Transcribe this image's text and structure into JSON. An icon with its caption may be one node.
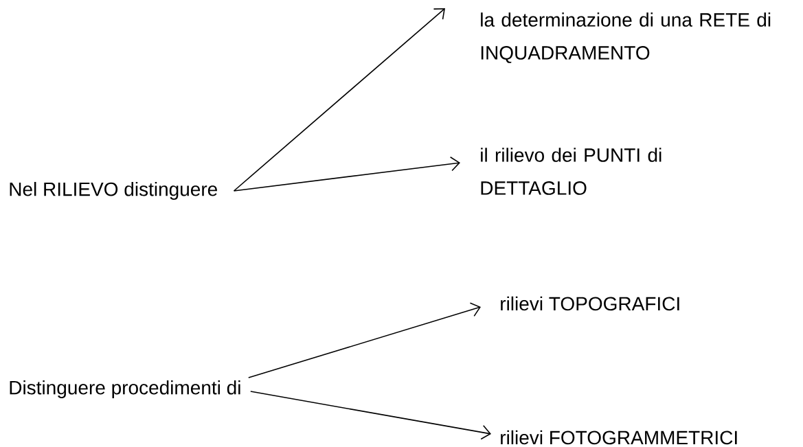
{
  "diagram": {
    "nodes": [
      {
        "text": [
          "Nel RILIEVO distinguere"
        ]
      },
      {
        "text": [
          "la determinazione di una RETE di INQUADRAMENTO"
        ]
      },
      {
        "text": [
          "il rilievo dei PUNTI di DETTAGLIO"
        ]
      },
      {
        "text": [
          "Distinguere procedimenti di"
        ]
      },
      {
        "text": [
          "rilievi TOPOGRAFICI"
        ]
      },
      {
        "text": [
          "rilievi FOTOGRAMMETRICI"
        ]
      }
    ],
    "edges": [
      {
        "from": 0,
        "to": 1,
        "arrow": "to"
      },
      {
        "from": 0,
        "to": 2,
        "arrow": "to"
      },
      {
        "from": 3,
        "to": 4,
        "arrow": "to"
      },
      {
        "from": 3,
        "to": 5,
        "arrow": "to"
      }
    ]
  }
}
